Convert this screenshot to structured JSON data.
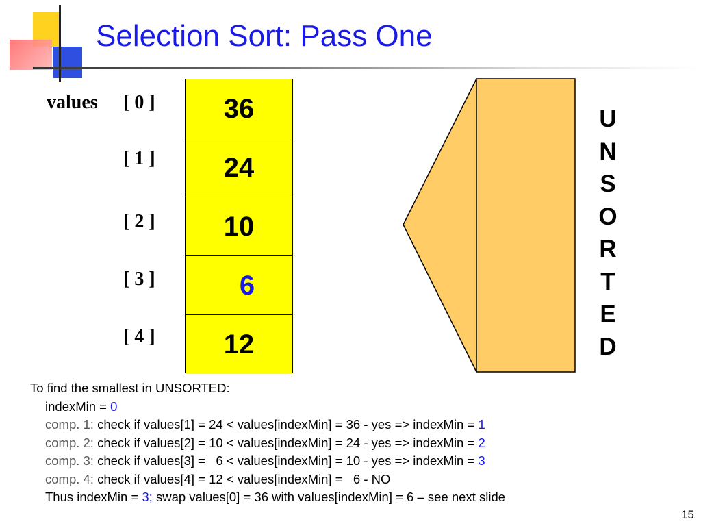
{
  "slide": {
    "title": "Selection Sort: Pass One",
    "page_number": "15"
  },
  "array": {
    "name": "values",
    "indices": [
      "[ 0 ]",
      "[ 1 ]",
      "[ 2 ]",
      "[ 3 ]",
      "[ 4 ]"
    ],
    "cells": [
      {
        "value": "36",
        "color": "#000000"
      },
      {
        "value": "24",
        "color": "#000000"
      },
      {
        "value": "10",
        "color": "#000000"
      },
      {
        "value": "6",
        "color": "#1a1ae6"
      },
      {
        "value": "12",
        "color": "#000000"
      }
    ],
    "cell_color": "#ffff00"
  },
  "region": {
    "label": "UNSORTED",
    "fill_color": "#ffcc66"
  },
  "explanation": {
    "intro": "To find the smallest in UNSORTED:",
    "init_text": "indexMin = ",
    "init_value": "0",
    "comparisons": [
      {
        "label": "comp. 1:",
        "text": " check if values[1] = 24 < values[indexMin] = 36 - yes => indexMin = ",
        "result": "1"
      },
      {
        "label": "comp. 2:",
        "text": " check if values[2] = 10 < values[indexMin] = 24 - yes => indexMin = ",
        "result": "2"
      },
      {
        "label": "comp. 3:",
        "text": " check if values[3] =   6 < values[indexMin] = 10 - yes => indexMin = ",
        "result": "3"
      },
      {
        "label": "comp. 4:",
        "text": " check if values[4] = 12 < values[indexMin] =   6 - NO",
        "result": ""
      }
    ],
    "conclusion_prefix": "Thus indexMin = ",
    "conclusion_value": "3;",
    "conclusion_suffix": " swap values[0] = 36 with values[indexMin] = 6 – see next slide"
  }
}
